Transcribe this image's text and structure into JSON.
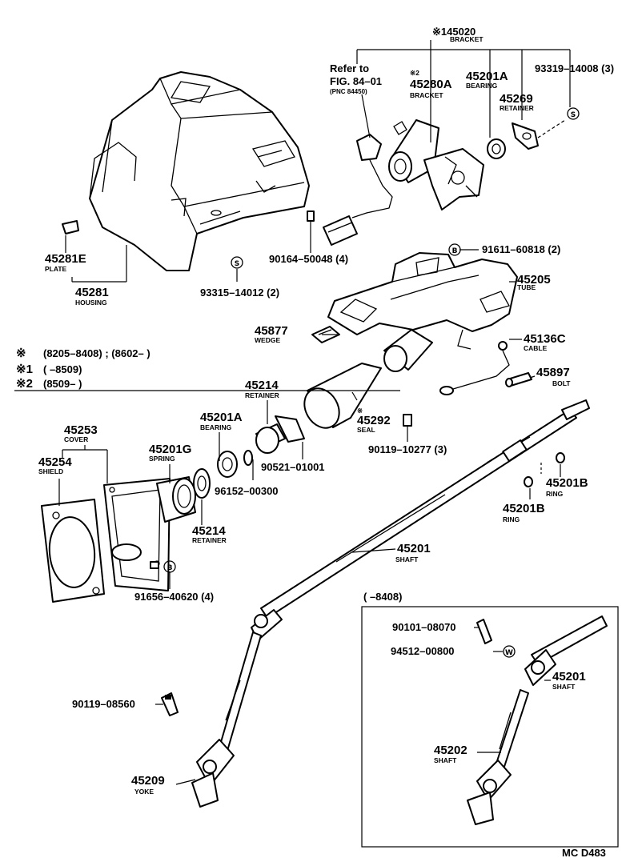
{
  "callouts": {
    "bracket_top": {
      "part": "※145020",
      "name": "BRACKET"
    },
    "refer": {
      "line1": "Refer to",
      "line2": "FIG. 84–01",
      "line3": "(PNC 84450)"
    },
    "bracket2": {
      "mark": "※2",
      "part": "45280A",
      "name": "BRACKET"
    },
    "bearing_top": {
      "part": "45201A",
      "name": "BEARING"
    },
    "screw_top": {
      "part": "93319–14008 (3)"
    },
    "retainer_top": {
      "part": "45269",
      "name": "RETAINER"
    },
    "plate": {
      "part": "45281E",
      "name": "PLATE"
    },
    "housing": {
      "part": "45281",
      "name": "HOUSING"
    },
    "bolt_housing": {
      "part": "90164–50048 (4)"
    },
    "screw_housing": {
      "part": "93315–14012 (2)"
    },
    "bolt_tube": {
      "part": "91611–60818 (2)"
    },
    "tube": {
      "part": "45205",
      "name": "TUBE"
    },
    "wedge": {
      "part": "45877",
      "name": "WEDGE"
    },
    "cable": {
      "part": "45136C",
      "name": "CABLE"
    },
    "bolt": {
      "part": "45897",
      "name": "BOLT"
    },
    "retainer_mid": {
      "part": "45214",
      "name": "RETAINER"
    },
    "bearing_mid": {
      "part": "45201A",
      "name": "BEARING"
    },
    "cover": {
      "part": "45253",
      "name": "COVER"
    },
    "shield": {
      "part": "45254",
      "name": "SHIELD"
    },
    "spring": {
      "part": "45201G",
      "name": "SPRING"
    },
    "seal": {
      "mark": "※",
      "part": "45292",
      "name": "SEAL"
    },
    "bolt_seal": {
      "part": "90119–10277 (3)"
    },
    "clip": {
      "part": "90521–01001"
    },
    "snap": {
      "part": "96152–00300"
    },
    "retainer_low": {
      "part": "45214",
      "name": "RETAINER"
    },
    "bolt_shield": {
      "part": "91656–40620 (4)"
    },
    "ring1": {
      "part": "45201B",
      "name": "RING"
    },
    "ring2": {
      "part": "45201B",
      "name": "RING"
    },
    "shaft": {
      "part": "45201",
      "name": "SHAFT"
    },
    "bolt_yoke": {
      "part": "90119–08560"
    },
    "yoke": {
      "part": "45209",
      "name": "YOKE"
    }
  },
  "notes": [
    {
      "mark": "※",
      "text": "(8205–8408) ; (8602–          )"
    },
    {
      "mark": "※1",
      "text": "(          –8509)"
    },
    {
      "mark": "※2",
      "text": "(8509–          )"
    }
  ],
  "inset": {
    "title": "(          –8408)",
    "bolt": {
      "part": "90101–08070"
    },
    "washer": {
      "part": "94512–00800"
    },
    "shaft": {
      "part": "45201",
      "name": "SHAFT"
    },
    "shaft2": {
      "part": "45202",
      "name": "SHAFT"
    }
  },
  "symbols": {
    "s": "S",
    "b": "B",
    "w": "W"
  },
  "drawing_code": "MC D483"
}
